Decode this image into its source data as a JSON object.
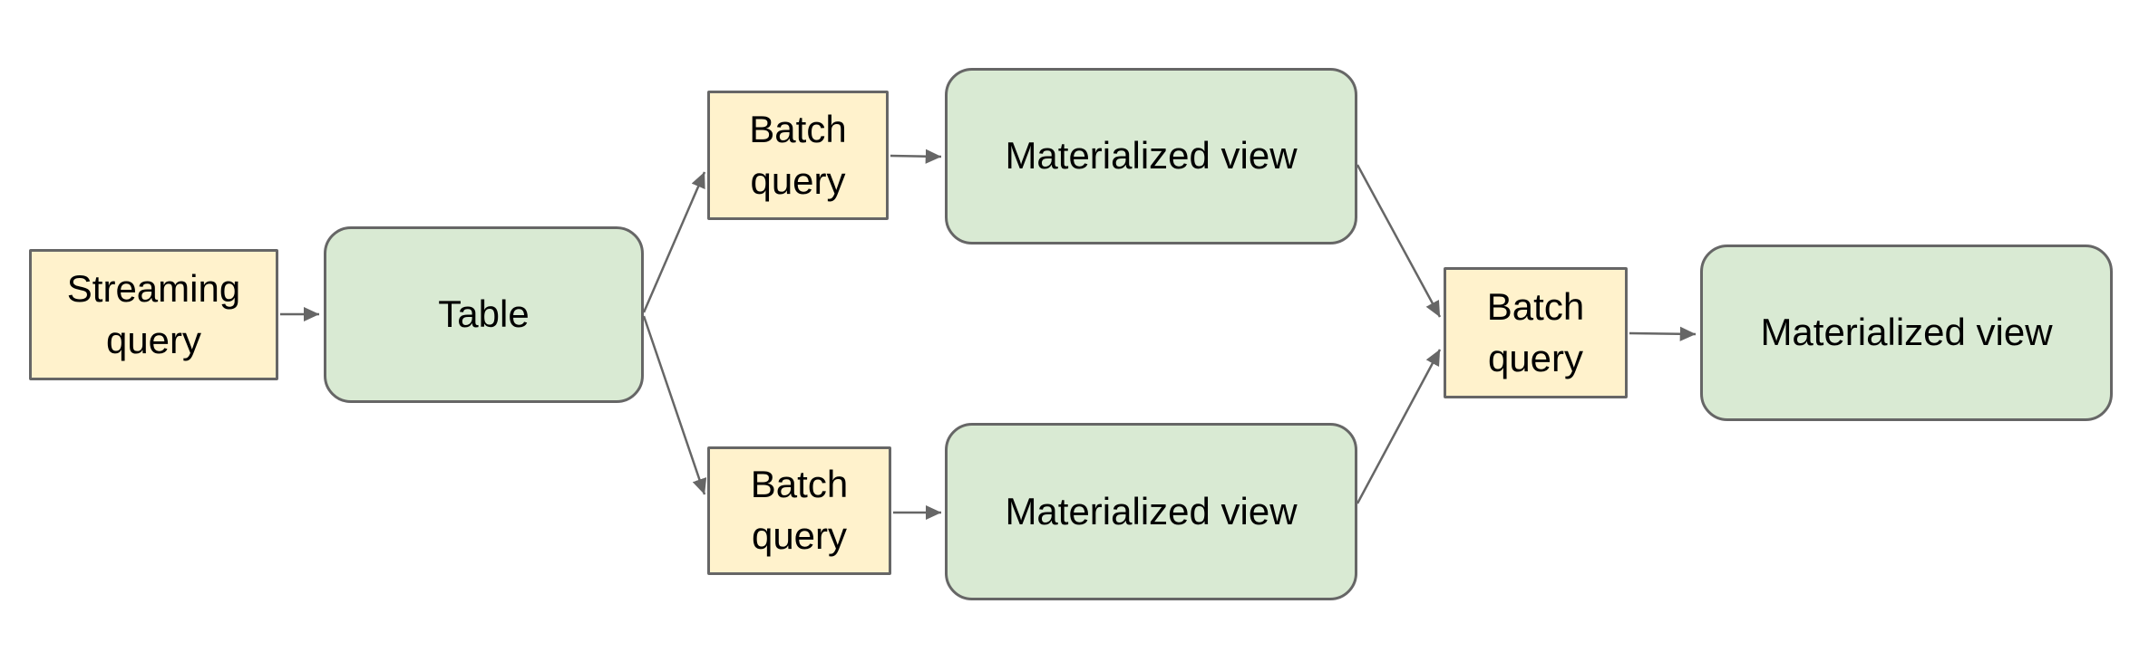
{
  "diagram": {
    "colors": {
      "node_yellow_fill": "#FFF2CC",
      "node_green_fill": "#D9EAD3",
      "node_border": "#666666",
      "connector": "#666666",
      "text": "#000000",
      "background": "#FFFFFF"
    },
    "nodes": [
      {
        "id": "streaming-query",
        "label": "Streaming query",
        "shape": "rect",
        "fill": "yellow"
      },
      {
        "id": "table",
        "label": "Table",
        "shape": "rounded",
        "fill": "green"
      },
      {
        "id": "batch-query-top",
        "label": "Batch query",
        "shape": "rect",
        "fill": "yellow"
      },
      {
        "id": "materialized-view-top",
        "label": "Materialized view",
        "shape": "rounded",
        "fill": "green"
      },
      {
        "id": "batch-query-bottom",
        "label": "Batch query",
        "shape": "rect",
        "fill": "yellow"
      },
      {
        "id": "materialized-view-bottom",
        "label": "Materialized view",
        "shape": "rounded",
        "fill": "green"
      },
      {
        "id": "batch-query-right",
        "label": "Batch query",
        "shape": "rect",
        "fill": "yellow"
      },
      {
        "id": "materialized-view-right",
        "label": "Materialized view",
        "shape": "rounded",
        "fill": "green"
      }
    ],
    "edges": [
      {
        "from": "streaming-query",
        "to": "table"
      },
      {
        "from": "table",
        "to": "batch-query-top"
      },
      {
        "from": "table",
        "to": "batch-query-bottom"
      },
      {
        "from": "batch-query-top",
        "to": "materialized-view-top"
      },
      {
        "from": "batch-query-bottom",
        "to": "materialized-view-bottom"
      },
      {
        "from": "materialized-view-top",
        "to": "batch-query-right"
      },
      {
        "from": "materialized-view-bottom",
        "to": "batch-query-right"
      },
      {
        "from": "batch-query-right",
        "to": "materialized-view-right"
      }
    ]
  }
}
